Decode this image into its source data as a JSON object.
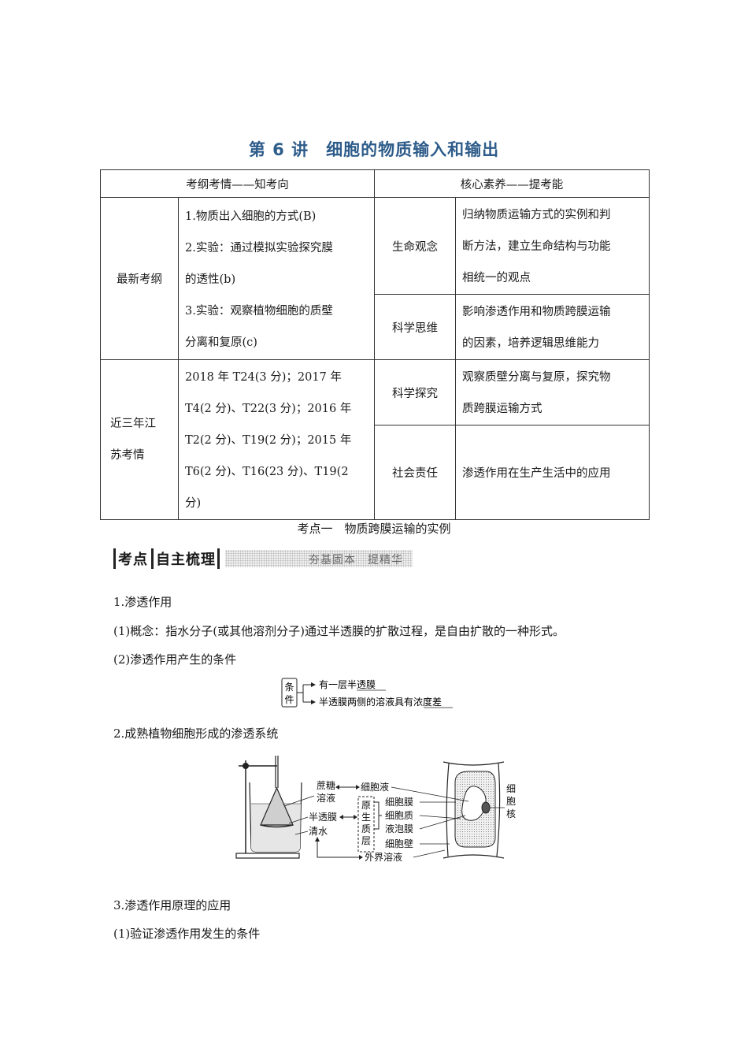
{
  "title": "第 6 讲　细胞的物质输入和输出",
  "table": {
    "left_header": "考纲考情——知考向",
    "right_header": "核心素养——提考能",
    "row1_label": "最新考纲",
    "row1_lines": [
      "1.物质出入细胞的方式(B)",
      "2.实验：通过模拟实验探究膜",
      "的透性(b)",
      "3.实验：观察植物细胞的质壁",
      "分离和复原(c)"
    ],
    "row2_label_lines": [
      "近三年江",
      "苏考情"
    ],
    "row2_lines": [
      "2018 年 T24(3 分)；2017 年",
      "T4(2 分)、T22(3 分)；2016 年",
      "T2(2 分)、T19(2 分)；2015 年",
      "T6(2 分)、T16(23 分)、T19(2",
      "分)"
    ],
    "competencies": [
      {
        "name": "生命观念",
        "lines": [
          "归纳物质运输方式的实例和判",
          "断方法，建立生命结构与功能",
          "相统一的观点"
        ]
      },
      {
        "name": "科学思维",
        "lines": [
          "影响渗透作用和物质跨膜运输",
          "的因素，培养逻辑思维能力"
        ]
      },
      {
        "name": "科学探究",
        "lines": [
          "观察质壁分离与复原，探究物",
          "质跨膜运输方式"
        ]
      },
      {
        "name": "社会责任",
        "lines": [
          "渗透作用在生产生活中的应用"
        ]
      }
    ]
  },
  "section_title": "考点一　物质跨膜运输的实例",
  "banner": {
    "k1": "考点",
    "k2": "自主梳理",
    "tag": "夯基固本　提精华"
  },
  "paragraphs": {
    "p1": "1.渗透作用",
    "p2": "(1)概念：指水分子(或其他溶剂分子)通过半透膜的扩散过程，是自由扩散的一种形式。",
    "p3": "(2)渗透作用产生的条件",
    "p4": "2.成熟植物细胞形成的渗透系统",
    "p5": "3.渗透作用原理的应用",
    "p6": "(1)验证渗透作用发生的条件"
  },
  "condition_diagram": {
    "label_top": "条",
    "label_bottom": "件",
    "item1_prefix": "有一层",
    "item1_key": "半透膜",
    "item2_prefix": "半透膜两侧的溶液具有",
    "item2_key": "浓度差"
  },
  "osmosis_diagram": {
    "sucrose_1": "蔗糖",
    "sucrose_2": "溶液",
    "membrane": "半透膜",
    "water": "清水",
    "cell_sap": "细胞液",
    "protoplast_1": "原",
    "protoplast_2": "生",
    "protoplast_3": "质",
    "protoplast_4": "层",
    "cell_membrane": "细胞膜",
    "cytoplasm": "细胞质",
    "tonoplast": "液泡膜",
    "cell_wall": "细胞壁",
    "outer_solution": "外界溶液",
    "nucleus_1": "细",
    "nucleus_2": "胞",
    "nucleus_3": "核"
  }
}
